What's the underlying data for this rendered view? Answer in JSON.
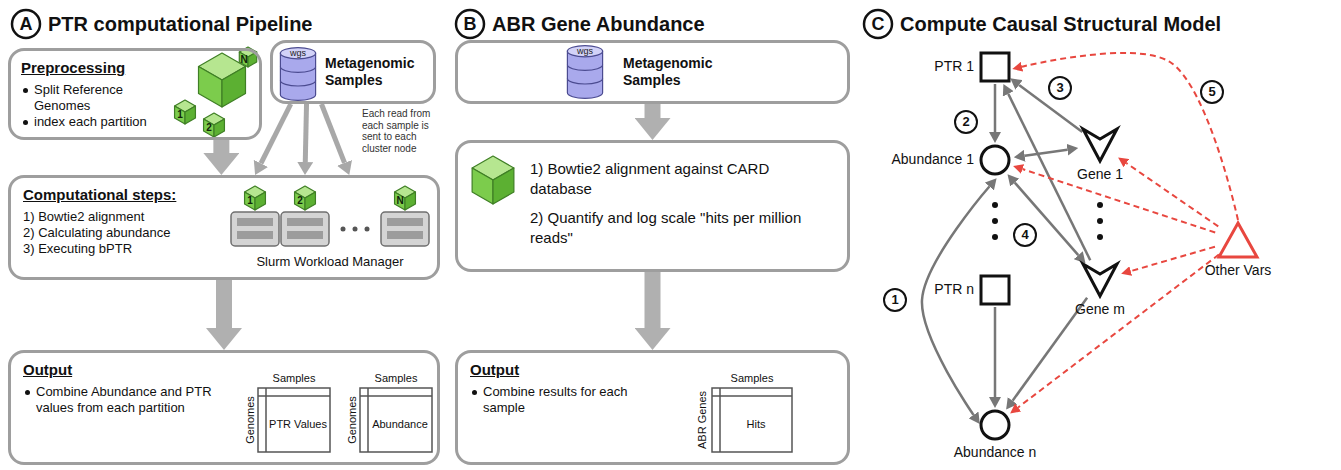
{
  "diagram": {
    "nodes": [
      {
        "text": [
          "Preprocessing",
          "Split Reference Genomes",
          "index each partition"
        ]
      },
      {
        "text": [
          "Metagenomic Samples"
        ]
      },
      {
        "text": [
          "Computational steps:",
          "1) Bowtie2 alignment",
          "2) Calculating abundance",
          "3) Executing bPTR"
        ]
      },
      {
        "text": [
          "Output",
          "Combine Abundance and PTR values from each partition"
        ]
      },
      {
        "text": [
          "Metagenomic Samples"
        ]
      },
      {
        "text": [
          "1) Bowtie2 alignment against CARD database",
          "2) Quantify and log scale \"hits per million reads\""
        ]
      },
      {
        "text": [
          "Output",
          "Combine results for each sample"
        ]
      },
      {
        "text": [
          "PTR 1"
        ]
      },
      {
        "text": [
          "Abundance 1"
        ]
      },
      {
        "text": [
          "PTR n"
        ]
      },
      {
        "text": [
          "Abundance n"
        ]
      },
      {
        "text": [
          "Gene 1"
        ]
      },
      {
        "text": [
          "Gene m"
        ]
      },
      {
        "text": [
          "Other Vars"
        ]
      }
    ],
    "edges": [
      {
        "from": 0,
        "to": 2,
        "arrow": "to"
      },
      {
        "from": 1,
        "to": 2,
        "arrow": "to"
      },
      {
        "from": 1,
        "to": 2,
        "arrow": "to"
      },
      {
        "from": 1,
        "to": 2,
        "arrow": "to"
      },
      {
        "from": 2,
        "to": 3,
        "arrow": "to"
      },
      {
        "from": 4,
        "to": 5,
        "arrow": "to"
      },
      {
        "from": 5,
        "to": 6,
        "arrow": "to"
      },
      {
        "from": 7,
        "to": 8,
        "arrow": "to"
      },
      {
        "from": 9,
        "to": 10,
        "arrow": "to"
      },
      {
        "from": 8,
        "to": 10,
        "arrow": "both"
      },
      {
        "from": 11,
        "to": 7,
        "arrow": "to"
      },
      {
        "from": 11,
        "to": 8,
        "arrow": "both"
      },
      {
        "from": 12,
        "to": 7,
        "arrow": "to"
      },
      {
        "from": 12,
        "to": 8,
        "arrow": "both"
      },
      {
        "from": 12,
        "to": 10,
        "arrow": "to"
      },
      {
        "from": 13,
        "to": 7,
        "arrow": "to"
      },
      {
        "from": 13,
        "to": 11,
        "arrow": "to"
      },
      {
        "from": 13,
        "to": 8,
        "arrow": "to"
      },
      {
        "from": 13,
        "to": 12,
        "arrow": "to"
      },
      {
        "from": 13,
        "to": 10,
        "arrow": "to"
      }
    ],
    "labels": [
      "A",
      "PTR computational Pipeline",
      "wgs",
      "Each read from each sample is sent to each cluster node",
      "1",
      "N",
      "2",
      "1",
      "2",
      "N",
      "Slurm Workload Manager",
      "Samples",
      "Genomes",
      "PTR Values",
      "Samples",
      "Genomes",
      "Abundance",
      "B",
      "ABR Gene Abundance",
      "wgs",
      "Samples",
      "ABR Genes",
      "Hits",
      "C",
      "Compute Causal Structural Model",
      "1",
      "2",
      "3",
      "4",
      "5"
    ]
  }
}
